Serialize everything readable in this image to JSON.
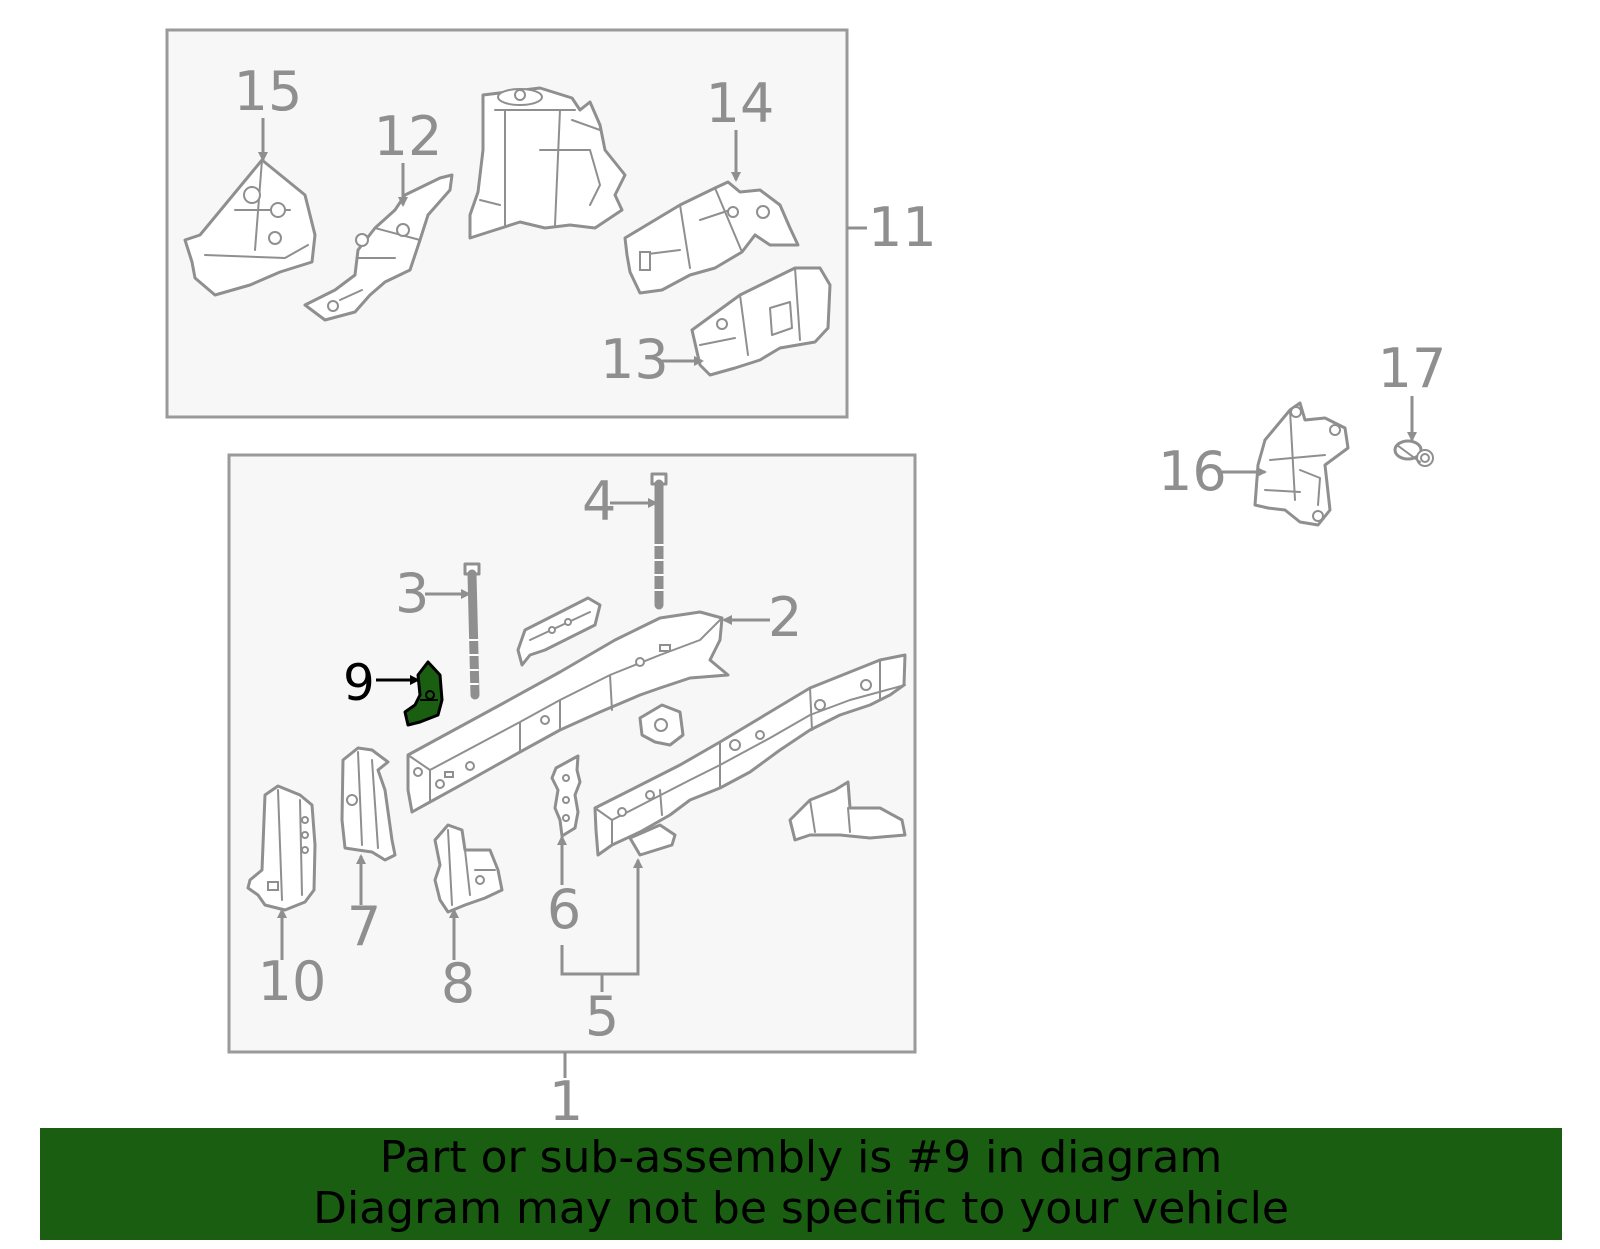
{
  "diagram": {
    "highlight_color": "#1a5e12",
    "callouts": {
      "c1": "1",
      "c2": "2",
      "c3": "3",
      "c4": "4",
      "c5": "5",
      "c6": "6",
      "c7": "7",
      "c8": "8",
      "c9": "9",
      "c10": "10",
      "c11": "11",
      "c12": "12",
      "c13": "13",
      "c14": "14",
      "c15": "15",
      "c16": "16",
      "c17": "17"
    },
    "highlighted_callout": "9"
  },
  "banner": {
    "line1": "Part or sub-assembly is #9 in diagram",
    "line2": "Diagram may not be specific to your vehicle",
    "background": "#1a5e12"
  }
}
